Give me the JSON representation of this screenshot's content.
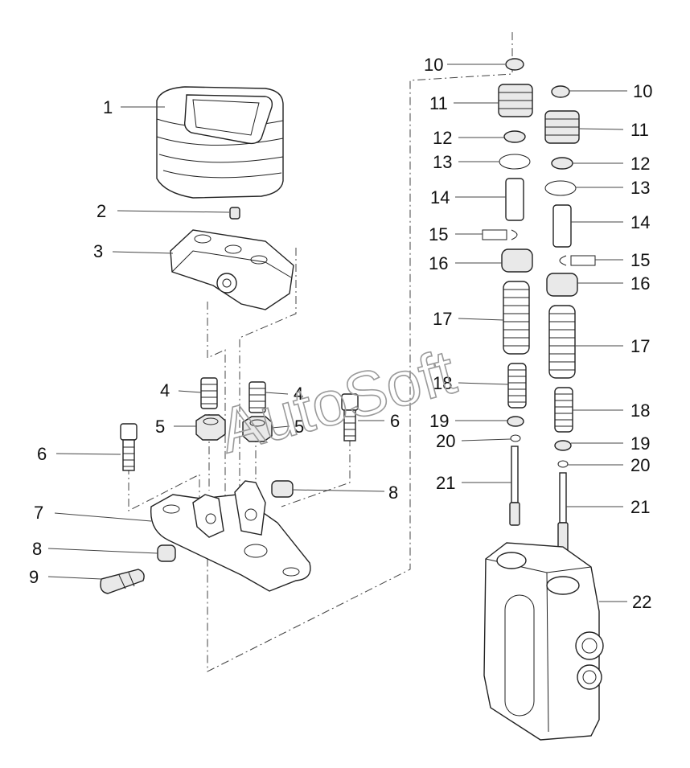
{
  "watermark": "AutoSoft",
  "callouts": [
    {
      "id": "c1",
      "label": "1"
    },
    {
      "id": "c2",
      "label": "2"
    },
    {
      "id": "c3",
      "label": "3"
    },
    {
      "id": "c4a",
      "label": "4"
    },
    {
      "id": "c4b",
      "label": "4"
    },
    {
      "id": "c5a",
      "label": "5"
    },
    {
      "id": "c5b",
      "label": "5"
    },
    {
      "id": "c6a",
      "label": "6"
    },
    {
      "id": "c6b",
      "label": "6"
    },
    {
      "id": "c7",
      "label": "7"
    },
    {
      "id": "c8a",
      "label": "8"
    },
    {
      "id": "c8b",
      "label": "8"
    },
    {
      "id": "c9",
      "label": "9"
    },
    {
      "id": "c10a",
      "label": "10"
    },
    {
      "id": "c10b",
      "label": "10"
    },
    {
      "id": "c11a",
      "label": "11"
    },
    {
      "id": "c11b",
      "label": "11"
    },
    {
      "id": "c12a",
      "label": "12"
    },
    {
      "id": "c12b",
      "label": "12"
    },
    {
      "id": "c13a",
      "label": "13"
    },
    {
      "id": "c13b",
      "label": "13"
    },
    {
      "id": "c14a",
      "label": "14"
    },
    {
      "id": "c14b",
      "label": "14"
    },
    {
      "id": "c15a",
      "label": "15"
    },
    {
      "id": "c15b",
      "label": "15"
    },
    {
      "id": "c16a",
      "label": "16"
    },
    {
      "id": "c16b",
      "label": "16"
    },
    {
      "id": "c17a",
      "label": "17"
    },
    {
      "id": "c17b",
      "label": "17"
    },
    {
      "id": "c18a",
      "label": "18"
    },
    {
      "id": "c18b",
      "label": "18"
    },
    {
      "id": "c19a",
      "label": "19"
    },
    {
      "id": "c19b",
      "label": "19"
    },
    {
      "id": "c20a",
      "label": "20"
    },
    {
      "id": "c20b",
      "label": "20"
    },
    {
      "id": "c21a",
      "label": "21"
    },
    {
      "id": "c21b",
      "label": "21"
    },
    {
      "id": "c22",
      "label": "22"
    }
  ]
}
